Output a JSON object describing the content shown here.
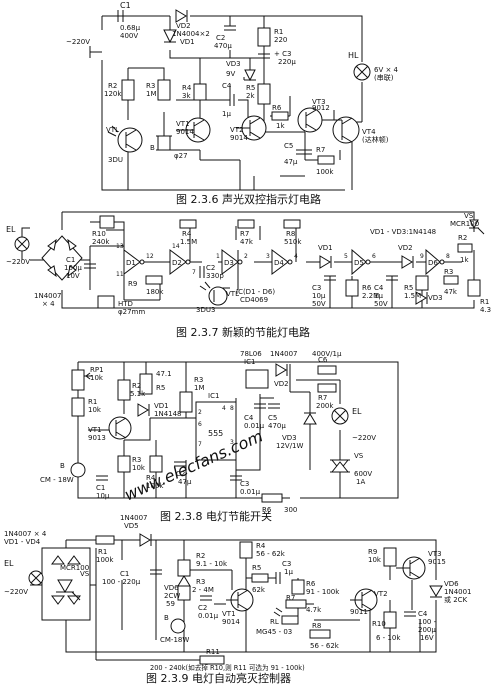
{
  "fig236": {
    "caption": "图 2.3.6   声光双控指示灯电路",
    "labels": {
      "c1": "C1",
      "c1v": "0.68μ",
      "c1u": "400V",
      "vd2": "VD2",
      "diodes": "1N4004×2",
      "vd1": "VD1",
      "c2": "C2",
      "c2v": "470μ",
      "r1": "R1",
      "r1v": "220",
      "c3": "+ C3",
      "c3v": "220μ",
      "vd3": "VD3",
      "vd3v": "9V",
      "hl": "HL",
      "hlv": "6V × 4",
      "hls": "(串联)",
      "mains": "~220V",
      "r2": "R2",
      "r2v": "120k",
      "r3": "R3",
      "r3v": "1M",
      "r4": "R4",
      "r4v": "3k",
      "r5": "R5",
      "r5v": "2k",
      "c4": "C4",
      "c4v": "1μ",
      "vtl": "VTL",
      "vtlt": "3DU",
      "vt1": "VT1",
      "vt1t": "9014",
      "vt2": "VT2",
      "vt2t": "9014",
      "r6": "R6",
      "r6v": "1k",
      "vt3": "VT3",
      "vt3t": "9012",
      "vt4": "VT4",
      "vt4t": "(达林顿)",
      "b": "B",
      "bt": "φ27",
      "c5": "C5",
      "c5v": "47μ",
      "r7": "R7",
      "r7v": "100k"
    }
  },
  "fig237": {
    "caption": "图 2.3.7   新颖的节能灯电路",
    "labels": {
      "el": "EL",
      "mains": "~220V",
      "bridge": "1N4007",
      "bridgen": "× 4",
      "r10": "R10",
      "r10v": "240k",
      "c1": "C1",
      "c1v": "100μ",
      "c1u": "10V",
      "d1": "D1",
      "d2": "D2",
      "d3": "D3",
      "d4": "D4",
      "d5": "D5",
      "d6": "D6",
      "p13": "13",
      "p11": "11",
      "p12": "12",
      "p14": "14",
      "p7": "7",
      "p1": "1",
      "p2": "2",
      "p3": "3",
      "p4": "4",
      "p5": "5",
      "p6": "6",
      "p9": "9",
      "p8": "8",
      "r4": "R4",
      "r4v": "1.5M",
      "r7": "R7",
      "r7v": "47k",
      "r8": "R8",
      "r8v": "510k",
      "c2": "C2",
      "c2v": "330p",
      "r9": "R9",
      "r9v": "180k",
      "htd": "HTD",
      "htdv": "φ27mm",
      "ic": "IC(D1 - D6)",
      "ict": "CD4069",
      "vtl": "VTL",
      "vtlt": "3DU3",
      "vd1": "VD1",
      "vd2": "VD2",
      "vd3": "VD3",
      "vdlist": "VD1 - VD3:1N4148",
      "c3": "C3",
      "c3v": "10μ",
      "c3u": "50V",
      "r6": "R6",
      "r6v": "2.2M",
      "c4": "C4",
      "c4v": "1μ",
      "c4u": "50V",
      "r5": "R5",
      "r5v": "1.5M",
      "r2": "R2",
      "r2v": "1k",
      "r3": "R3",
      "r3v": "47k",
      "r1": "R1",
      "r1v": "4.3",
      "vs": "VS",
      "vst": "MCR100"
    }
  },
  "fig238": {
    "caption": "图 2.3.8   电灯节能开关",
    "watermark": "www.elecfans.com",
    "labels": {
      "rp1": "RP1",
      "rp1v": "10k",
      "r1": "R1",
      "r1v": "10k",
      "r2": "R2",
      "r2v": "5.1k",
      "vd1": "VD1",
      "vd1t": "1N4148",
      "r5": "47.1",
      "rc": "R5",
      "r3m": "R3",
      "r3mv": "1M",
      "vt1": "VT1",
      "vt1t": "9013",
      "r3": "R3",
      "r3v": "10k",
      "r4": "R4",
      "r4v": "100k",
      "c2": "C2",
      "c2v": "47μ",
      "b": "B",
      "bt": "CM - 18W",
      "c1": "C1",
      "c1v": "10μ",
      "ic1": "IC1",
      "ic1t": "555",
      "p2": "2",
      "p6": "6",
      "p3": "3",
      "p4": "4",
      "p8": "8",
      "p7": "7",
      "c3": "C3",
      "c3v": "0.01μ",
      "r6": "R6",
      "r6v": "300",
      "ic": "IC1",
      "ict": "78L06",
      "vd2": "VD2",
      "vd2t": "1N4007",
      "c4": "C4",
      "c4v": "0.01μ",
      "c5": "C5",
      "c5v": "470μ",
      "c6": "C6",
      "c6v": "400V/1μ",
      "r7": "R7",
      "r7v": "200k",
      "vd3": "VD3",
      "vd3t": "12V/1W",
      "el": "EL",
      "mains": "~220V",
      "vs": "VS",
      "vst": "600V",
      "vsa": "1A"
    }
  },
  "fig239": {
    "caption": "图 2.3.9   电灯自动亮灭控制器",
    "labels": {
      "bridge": "1N4007 × 4",
      "bridgen": "VD1 - VD4",
      "el": "EL",
      "mains": "~220V",
      "r1": "R1",
      "r1v": "100k",
      "vd5": "VD5",
      "vd5t": "1N4007",
      "c1": "C1",
      "c1v": "100 - 220μ",
      "vd6": "VD6",
      "vd6t": "2CW",
      "vd6v": "59",
      "vs": "VS",
      "vst": "MCR100",
      "r2": "R2",
      "r2v": "9.1 - 10k",
      "r3": "R3",
      "r3v": "2 - 4M",
      "c2": "C2",
      "c2v": "0.01μ",
      "r4": "R4",
      "r4v": "56 - 62k",
      "r5": "R5",
      "r5v": "62k",
      "c3": "C3",
      "c3v": "1μ",
      "vt1": "VT1",
      "vt1t": "9014",
      "r6": "R6",
      "r6v": "91 - 100k",
      "r7": "R7",
      "r7v": "4.7k",
      "rl": "RL",
      "rlt": "MG45 - 03",
      "b": "B",
      "bt": "CM-18W",
      "r8": "R8",
      "r8v": "56 - 62k",
      "vt2": "VT2",
      "vt2t": "9011",
      "r9": "R9",
      "r9v": "10k",
      "vt3": "VT3",
      "vt3t": "9015",
      "vd7": "VD6",
      "vd7t": "1N4001",
      "vd7s": "或 2CK",
      "r10": "R10",
      "r10v": "6 - 10k",
      "c4": "C4",
      "c4v": "100 -",
      "c4u": "200μ",
      "c4w": "16V",
      "r11": "R11",
      "r11v": "200 - 240k(如去掉 R10,则 R11 可选为 91 - 100k)"
    }
  }
}
